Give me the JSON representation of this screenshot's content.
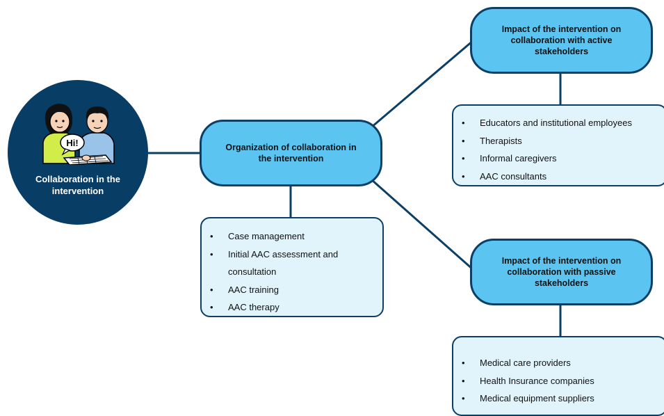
{
  "center": {
    "title": "Collaboration in the intervention",
    "illustration_speech": "Hi!"
  },
  "organization": {
    "title": "Organization of collaboration in the intervention",
    "items": [
      "Case management",
      "Initial AAC assessment and consultation",
      "AAC training",
      "AAC therapy"
    ]
  },
  "active": {
    "title": "Impact of the intervention on collaboration with active stakeholders",
    "items": [
      "Educators and institutional employees",
      "Therapists",
      "Informal caregivers",
      "AAC consultants"
    ]
  },
  "passive": {
    "title": "Impact of the intervention on collaboration with passive stakeholders",
    "items": [
      "Medical care providers",
      "Health Insurance companies",
      "Medical equipment suppliers"
    ]
  },
  "colors": {
    "dark_navy": "#083d66",
    "pill_blue": "#5bc4f0",
    "box_fill": "#e1f3fb",
    "line": "#0b3f66"
  }
}
